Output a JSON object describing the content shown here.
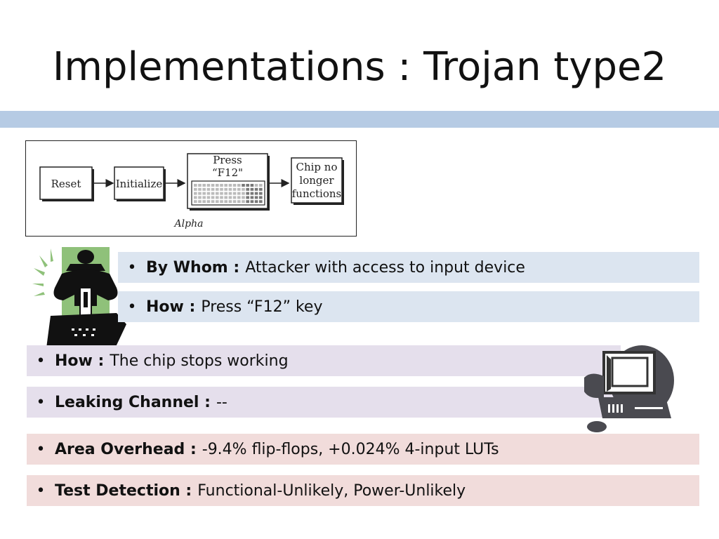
{
  "slide": {
    "title": "Implementations : Trojan type2"
  },
  "diagram": {
    "boxes": [
      "Reset",
      "Initialize",
      "Press",
      "“F12\"",
      "Chip no",
      "longer",
      "functions"
    ],
    "caption": "Alpha"
  },
  "bullets": [
    {
      "label": "By Whom :",
      "text": "Attacker with access to input device"
    },
    {
      "label": "How :",
      "text": "Press “F12” key"
    },
    {
      "label": "How :",
      "text": "The chip stops working"
    },
    {
      "label": "Leaking Channel :",
      "text": "--"
    },
    {
      "label": "Area Overhead :",
      "text": "-9.4% flip-flops, +0.024% 4-input LUTs"
    },
    {
      "label": "Test Detection :",
      "text": "Functional-Unlikely, Power-Unlikely"
    }
  ],
  "bullet_glyph": "•",
  "icons": [
    "attacker-icon",
    "computer-icon"
  ],
  "colors": {
    "rule": "#b6cbe4",
    "blue_bar": "#dce5f0",
    "lavender_bar": "#e5dfec",
    "pink_bar": "#f1dcdb",
    "icon_green": "#8fc17a"
  }
}
